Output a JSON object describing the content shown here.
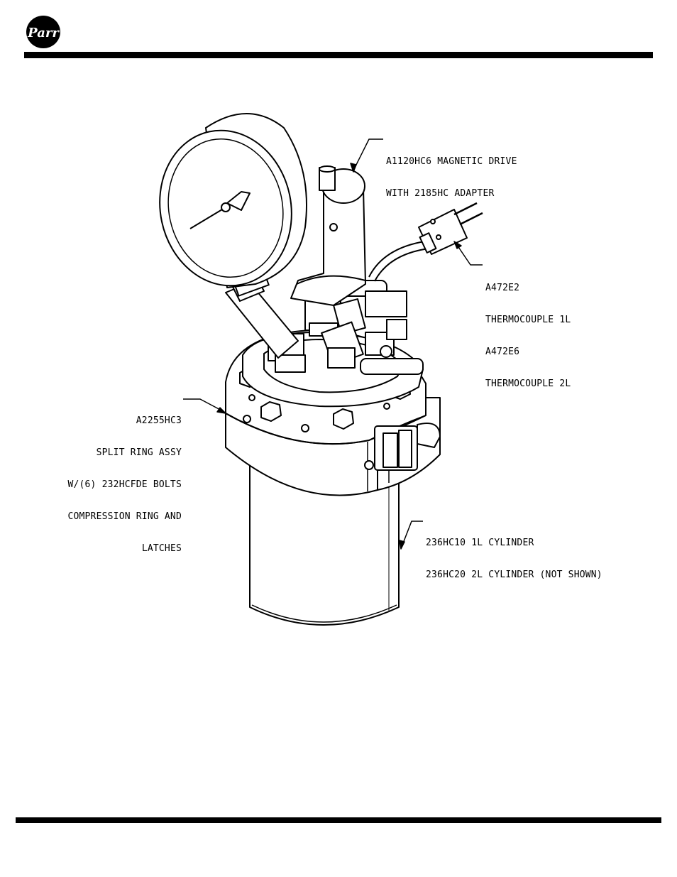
{
  "logo": {
    "text": "Parr"
  },
  "labels": {
    "magnetic_drive": [
      "A1120HC6 MAGNETIC DRIVE",
      "WITH 2185HC ADAPTER"
    ],
    "thermocouple": [
      "A472E2",
      "THERMOCOUPLE 1L",
      "A472E6",
      "THERMOCOUPLE 2L"
    ],
    "split_ring": [
      "A2255HC3",
      "SPLIT RING ASSY",
      "W/(6) 232HCFDE BOLTS",
      "COMPRESSION RING AND",
      "LATCHES"
    ],
    "cylinder": [
      "236HC10 1L CYLINDER",
      "236HC20 2L CYLINDER (NOT SHOWN)"
    ]
  }
}
